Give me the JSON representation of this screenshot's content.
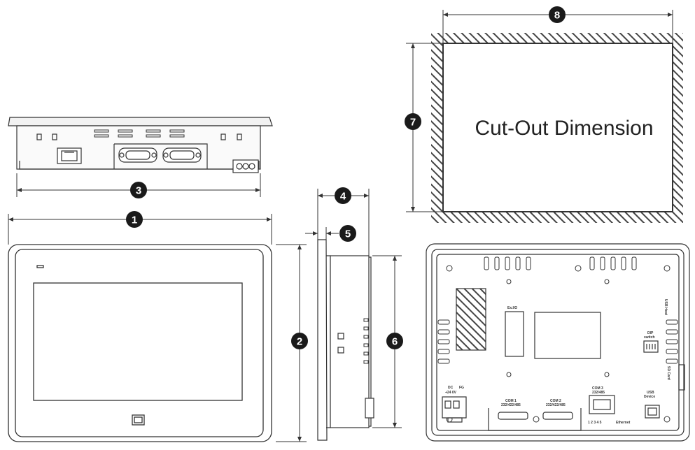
{
  "cutout": {
    "label": "Cut-Out Dimension"
  },
  "dimensions": [
    {
      "id": "dim-1",
      "number": "1"
    },
    {
      "id": "dim-2",
      "number": "2"
    },
    {
      "id": "dim-3",
      "number": "3"
    },
    {
      "id": "dim-4",
      "number": "4"
    },
    {
      "id": "dim-5",
      "number": "5"
    },
    {
      "id": "dim-6",
      "number": "6"
    },
    {
      "id": "dim-7",
      "number": "7"
    },
    {
      "id": "dim-8",
      "number": "8"
    }
  ],
  "rear_panel_labels": {
    "ex_io": "Ex.I/O",
    "dc": "DC",
    "fg": "FG",
    "dc_spec": "+24 0V",
    "com1": "COM 1",
    "com1_sub": "232/422/485",
    "com2": "COM 2",
    "com2_sub": "232/422/485",
    "com3": "COM 3",
    "com3_sub": "232/485",
    "usb": "USB",
    "usb_sub": "Device",
    "dip": "DIP",
    "dip_sub": "switch",
    "usb_host": "USB Host",
    "sd_card": "SD Card",
    "ethernet": "Ethernet",
    "port_numbers": "1 2 3 4 5"
  },
  "colors": {
    "badge": "#1a1a1a",
    "line": "#333333",
    "hatch": "#555555"
  }
}
